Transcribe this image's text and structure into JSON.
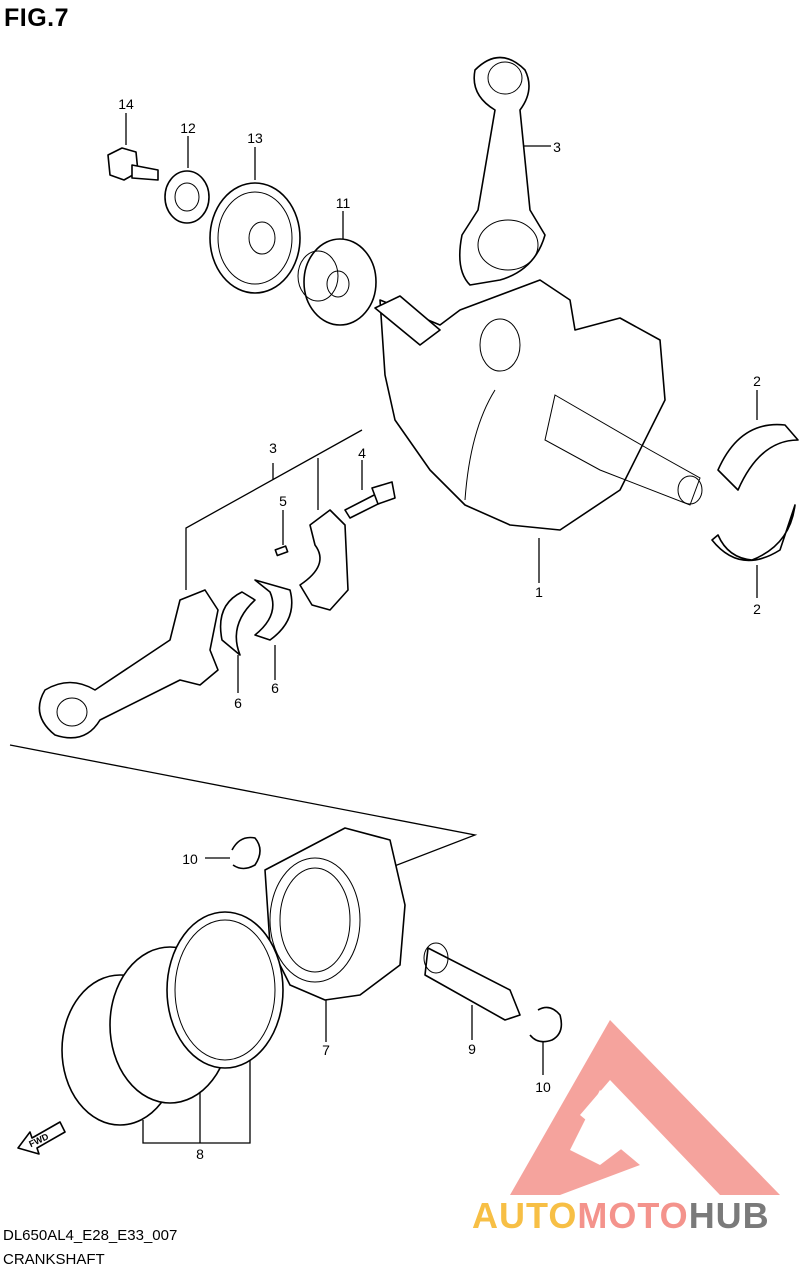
{
  "figure": {
    "title": "FIG.7",
    "model_code": "DL650AL4_E28_E33_007",
    "section_name": "CRANKSHAFT"
  },
  "callouts": [
    {
      "id": "c1",
      "label": "1",
      "part": "crankshaft"
    },
    {
      "id": "c2a",
      "label": "2",
      "part": "crankshaft-main-bearing-upper"
    },
    {
      "id": "c2b",
      "label": "2",
      "part": "crankshaft-main-bearing-lower"
    },
    {
      "id": "c3a",
      "label": "3",
      "part": "connecting-rod"
    },
    {
      "id": "c3b",
      "label": "3",
      "part": "connecting-rod-set"
    },
    {
      "id": "c4",
      "label": "4",
      "part": "conrod-bolt"
    },
    {
      "id": "c5",
      "label": "5",
      "part": "conrod-pin"
    },
    {
      "id": "c6a",
      "label": "6",
      "part": "conrod-bearing-upper"
    },
    {
      "id": "c6b",
      "label": "6",
      "part": "conrod-bearing-lower"
    },
    {
      "id": "c7",
      "label": "7",
      "part": "piston"
    },
    {
      "id": "c8",
      "label": "8",
      "part": "piston-ring-set"
    },
    {
      "id": "c9",
      "label": "9",
      "part": "piston-pin"
    },
    {
      "id": "c10a",
      "label": "10",
      "part": "piston-pin-circlip"
    },
    {
      "id": "c10b",
      "label": "10",
      "part": "piston-pin-circlip"
    },
    {
      "id": "c11",
      "label": "11",
      "part": "washer"
    },
    {
      "id": "c12",
      "label": "12",
      "part": "sprocket"
    },
    {
      "id": "c13",
      "label": "13",
      "part": "primary-drive-gear"
    },
    {
      "id": "c14",
      "label": "14",
      "part": "bolt"
    }
  ],
  "direction_marker": {
    "label": "FWD",
    "icon": "fwd-arrow-icon"
  },
  "watermark": {
    "part1": "AUTO",
    "part2": "MOTO",
    "part3": "HUB",
    "colors": {
      "auto": "#f7bf45",
      "moto": "#f4938c",
      "hub": "#7a7a7a",
      "logo": "#f4938c"
    }
  }
}
